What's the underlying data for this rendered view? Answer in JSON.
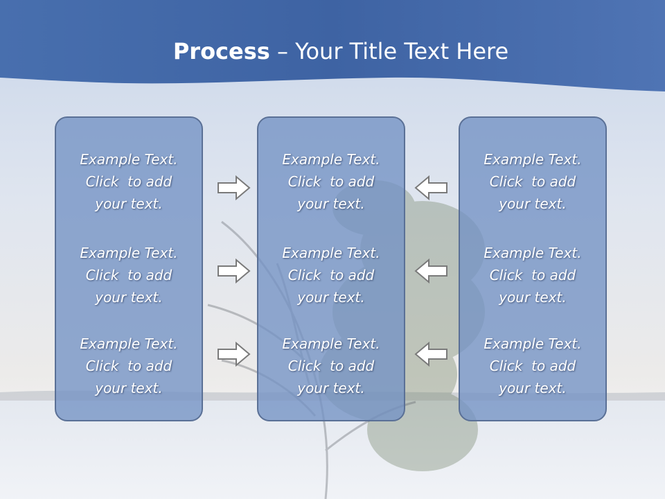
{
  "title": {
    "bold": "Process",
    "rest": " – Your Title Text Here"
  },
  "columns": [
    {
      "items": [
        "Example Text.\nClick  to add\nyour text.",
        "Example Text.\nClick  to add\nyour text.",
        "Example Text.\nClick  to add\nyour text."
      ]
    },
    {
      "items": [
        "Example Text.\nClick  to add\nyour text.",
        "Example Text.\nClick  to add\nyour text.",
        "Example Text.\nClick  to add\nyour text."
      ]
    },
    {
      "items": [
        "Example Text.\nClick  to add\nyour text.",
        "Example Text.\nClick  to add\nyour text.",
        "Example Text.\nClick  to add\nyour text."
      ]
    }
  ],
  "arrows": {
    "left_group_direction": "right",
    "right_group_direction": "left",
    "count_per_group": 3,
    "icon": "block-arrow-outline-icon"
  },
  "colors": {
    "header_band": "#3f66a8",
    "panel_fill": "#7392c4",
    "panel_border": "#5a7096",
    "arrow_fill": "#ffffff",
    "arrow_stroke": "#7a7a7a"
  }
}
